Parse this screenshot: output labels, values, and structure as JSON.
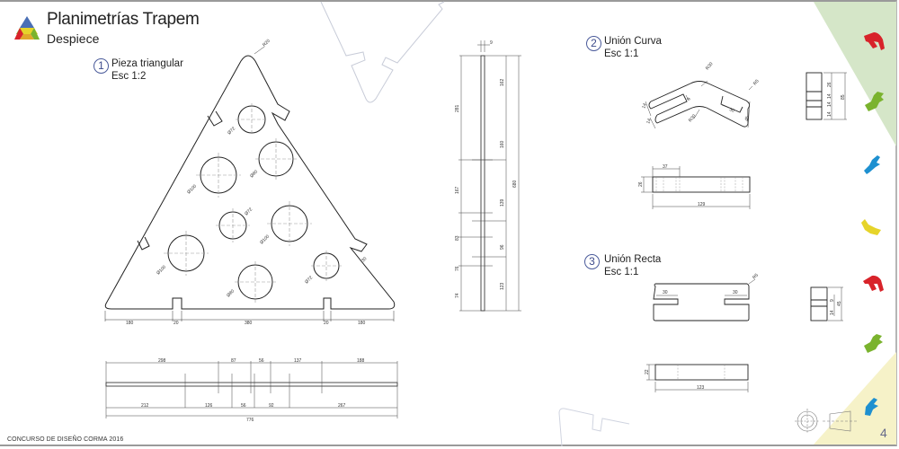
{
  "header": {
    "title": "Planimetrías Trapem",
    "subtitle": "Despiece"
  },
  "pieces": [
    {
      "number": "1",
      "name": "Pieza triangular",
      "scale": "Esc 1:2"
    },
    {
      "number": "2",
      "name": "Unión Curva",
      "scale": "Esc 1:1"
    },
    {
      "number": "3",
      "name": "Unión Recta",
      "scale": "Esc 1:1"
    }
  ],
  "triangle_dims": {
    "top_radius": "R20",
    "holes": [
      "Ø72",
      "Ø80",
      "Ø100",
      "Ø72",
      "Ø100",
      "Ø100",
      "Ø80",
      "Ø72"
    ],
    "notch": "30",
    "bottom": [
      "180",
      "20",
      "380",
      "20",
      "180"
    ]
  },
  "side_view_dims": {
    "top": [
      "298",
      "87",
      "56",
      "137",
      "188"
    ],
    "bottom": [
      "212",
      "126",
      "56",
      "92",
      "267"
    ],
    "total": "776"
  },
  "vertical_view_dims": {
    "thickness": "9",
    "left": [
      "281",
      "167",
      "83",
      "76",
      "74"
    ],
    "right": [
      "162",
      "160",
      "139",
      "96",
      "123"
    ],
    "total": "680"
  },
  "curve_union_dims": {
    "radii": [
      "R30",
      "R30",
      "R5"
    ],
    "labels": [
      "14",
      "14",
      "9",
      "30",
      "45"
    ],
    "side": [
      "26",
      "14",
      "14",
      "14",
      "85"
    ],
    "front_top": "37",
    "front_height": "26",
    "front_width": "129"
  },
  "straight_union_dims": {
    "slots": [
      "30",
      "30"
    ],
    "radius": "R5",
    "front_height": "22",
    "front_width": "123",
    "side": [
      "9",
      "14",
      "45"
    ]
  },
  "footer": {
    "contest": "CONCURSO DE DISEÑO CORMA 2016",
    "page": "4"
  },
  "colors": {
    "red": "#d8232a",
    "green": "#7ab32e",
    "blue": "#1e90d0",
    "yellow": "#e6d42a",
    "bg_green": "#d5e6c8",
    "bg_yellow": "#f6f2c8",
    "accent": "#3c4a8a"
  }
}
